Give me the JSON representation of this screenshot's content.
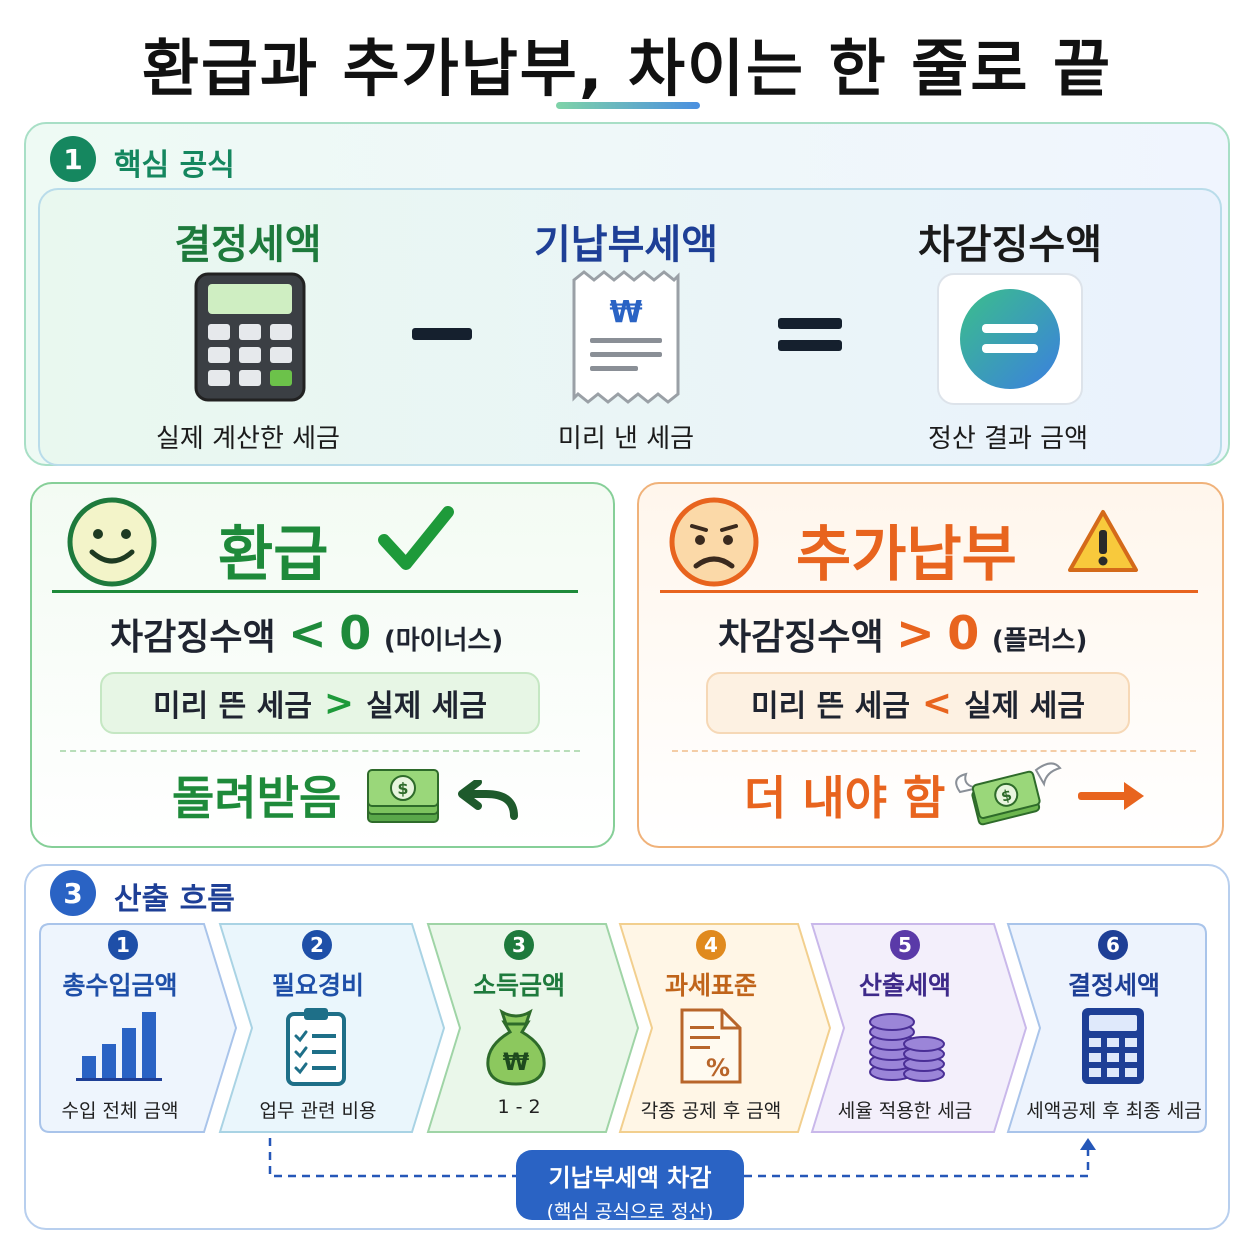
{
  "title": "환급과 추가납부, 차이는 한 줄로 끝",
  "section1": {
    "number": "1",
    "title": "핵심 공식",
    "terms": [
      {
        "label": "결정세액",
        "sub": "실제 계산한 세금",
        "color": "#1e7a3c"
      },
      {
        "label": "기납부세액",
        "sub": "미리 낸 세금",
        "color": "#1e3f96"
      },
      {
        "label": "차감징수액",
        "sub": "정산 결과 금액",
        "color": "#1a1a1a"
      }
    ],
    "operators": {
      "minus": "−",
      "equals": "="
    },
    "won_symbol": "₩"
  },
  "refund": {
    "title": "환급",
    "condition_label": "차감징수액",
    "condition_op": "<",
    "condition_value": "0",
    "condition_note": "(마이너스)",
    "compare_left": "미리 뜬 세금",
    "compare_op": ">",
    "compare_right": "실제 세금",
    "result": "돌려받음",
    "color": "#1e8a3a"
  },
  "additional": {
    "title": "추가납부",
    "condition_label": "차감징수액",
    "condition_op": ">",
    "condition_value": "0",
    "condition_note": "(플러스)",
    "compare_left": "미리 뜬 세금",
    "compare_op": "<",
    "compare_right": "실제 세금",
    "result": "더 내야 함",
    "color": "#e8641e"
  },
  "section3": {
    "number": "3",
    "title": "산출 흐름",
    "steps": [
      {
        "num": "1",
        "name": "총수입금액",
        "desc": "수입 전체 금액",
        "color": "#1e4fa8",
        "icon": "bar-chart-icon"
      },
      {
        "num": "2",
        "name": "필요경비",
        "desc": "업무 관련 비용",
        "color": "#1e4fa8",
        "icon": "clipboard-checklist-icon"
      },
      {
        "num": "3",
        "name": "소득금액",
        "desc": "1 - 2",
        "color": "#1e7a3c",
        "icon": "money-bag-icon"
      },
      {
        "num": "4",
        "name": "과세표준",
        "desc": "각종 공제 후 금액",
        "color": "#c0641a",
        "icon": "percent-document-icon"
      },
      {
        "num": "5",
        "name": "산출세액",
        "desc": "세율 적용한 세금",
        "color": "#5a3aa8",
        "icon": "coin-stack-icon"
      },
      {
        "num": "6",
        "name": "결정세액",
        "desc": "세액공제 후 최종 세금",
        "color": "#1e3f96",
        "icon": "calculator-icon"
      }
    ],
    "deduction_line1": "기납부세액 차감",
    "deduction_line2": "(핵심 공식으로 정산)"
  }
}
